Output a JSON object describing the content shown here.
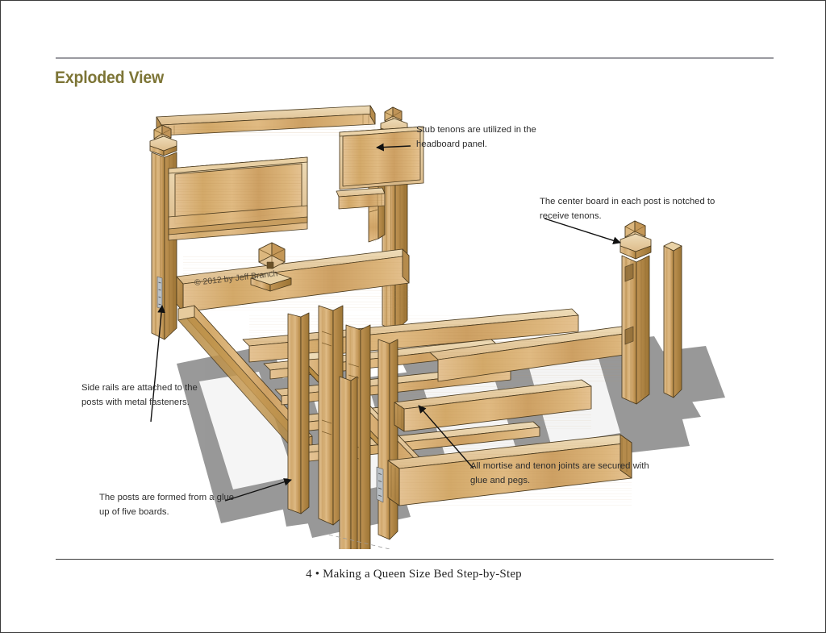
{
  "document": {
    "page_title": "Exploded View",
    "footer": "4  •  Making a Queen Size Bed Step-by-Step",
    "page_number": "4",
    "book_title": "Making a Queen Size Bed Step-by-Step",
    "watermark": "© 2012 by Jeff Branch"
  },
  "colors": {
    "title": "#7d7536",
    "header_rule": "#9a9aa0",
    "footer_rule": "#3b3b3b",
    "page_border": "#3a3a3a",
    "callout_text": "#2d2d2d",
    "wood_light": "#e0bd85",
    "wood_mid": "#d2a866",
    "wood_dark": "#b88c4c",
    "wood_shadow": "#9c7439",
    "wood_edge": "#6f5226",
    "floor_shadow": "#8c8c8c",
    "outline": "#4a3a1e",
    "metal": "#9aa0a6"
  },
  "callouts": [
    {
      "id": "stub-tenons",
      "line1": "Stub tenons are utilized in the",
      "line2": "headboard panel."
    },
    {
      "id": "center-board",
      "line1": "The center board in each post is notched to",
      "line2": "receive tenons."
    },
    {
      "id": "side-rails",
      "line1": "Side rails are attached to the",
      "line2": "posts with metal fasteners."
    },
    {
      "id": "posts",
      "line1": "The posts are formed from a glue",
      "line2": "up of five boards."
    },
    {
      "id": "mortise-tenon",
      "line1": "All mortise and tenon joints are secured with",
      "line2": "glue and pegs."
    }
  ],
  "illustration": {
    "type": "exploded-assembly-drawing",
    "subject": "queen size bed frame",
    "parts": [
      "headboard top rail",
      "headboard left panel",
      "headboard right panel",
      "headboard bottom rail",
      "left headboard post with finial",
      "right headboard post with finial",
      "left side rail",
      "right side rail",
      "center support beam",
      "mattress slats",
      "footboard panel",
      "footboard rail",
      "left footboard post with finial",
      "right footboard post",
      "center post board"
    ]
  }
}
